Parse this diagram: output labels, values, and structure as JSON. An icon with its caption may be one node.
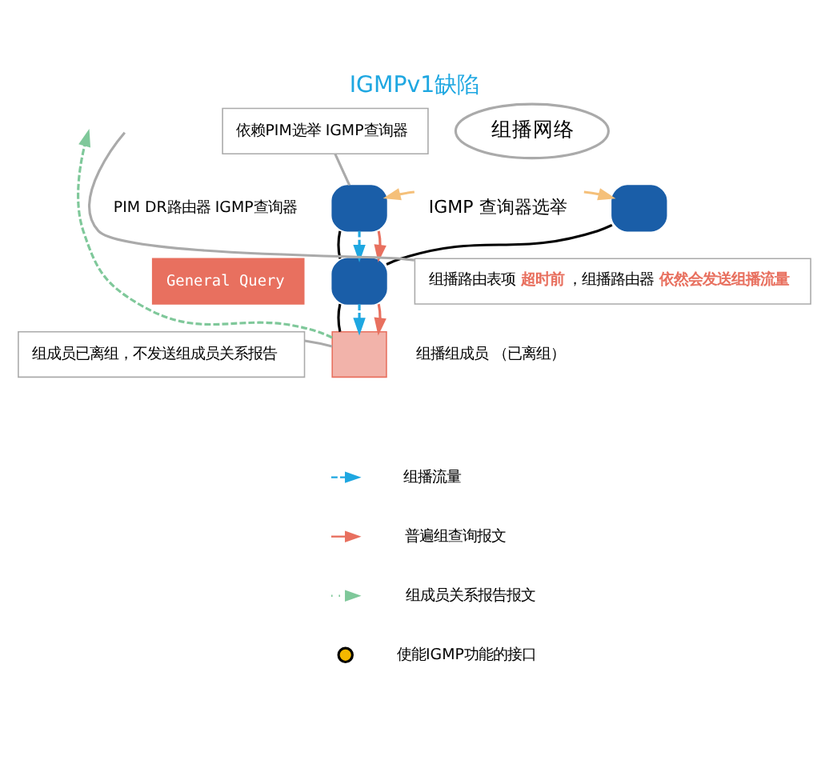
{
  "diagram": {
    "title": "IGMPv1缺陷",
    "nodes": [
      {
        "text": [
          "组播网络"
        ]
      },
      {
        "text": [],
        "shape": "box",
        "beside": [
          "PIM DR路由器 IGMP查询器"
        ]
      },
      {
        "text": [
          "IGMP 查询器选举"
        ]
      },
      {
        "text": [],
        "shape": "box"
      },
      {
        "text": [
          "依赖PIM选举 IGMP查询器"
        ]
      },
      {
        "text": [
          "General Query"
        ]
      },
      {
        "text": [],
        "shape": "box"
      },
      {
        "text": [
          "组播路由表项**超时前**，组播路由器**依然会发送组播流量**"
        ]
      },
      {
        "text": [
          "组成员已离组，不发送组成员关系报告"
        ]
      },
      {
        "text": [],
        "shape": "box",
        "beside": [
          "组播组成员 （已离组）"
        ]
      }
    ],
    "edges": [
      {
        "from": 2,
        "to": 1,
        "arrow": "to",
        "color": "#f5c07a"
      },
      {
        "from": 2,
        "to": 3,
        "arrow": "to",
        "color": "#f5c07a"
      },
      {
        "from": 4,
        "to": 1,
        "arrow": "none",
        "color": "#aaaaaa"
      },
      {
        "from": 1,
        "to": 6,
        "arrow": "none",
        "color": "#000000"
      },
      {
        "from": 3,
        "to": 6,
        "arrow": "none",
        "color": "#000000"
      },
      {
        "from": 6,
        "to": 9,
        "arrow": "none",
        "color": "#000000"
      },
      {
        "from": 1,
        "to": 6,
        "arrow": "to",
        "style": "dashed",
        "color": "#1ea7e1"
      },
      {
        "from": 6,
        "to": 9,
        "arrow": "to",
        "style": "dashed",
        "color": "#1ea7e1"
      },
      {
        "from": 1,
        "to": 6,
        "arrow": "to",
        "color": "#e8705f"
      },
      {
        "from": 6,
        "to": 9,
        "arrow": "to",
        "color": "#e8705f"
      },
      {
        "from": 9,
        "to": null,
        "arrow": "to",
        "style": "dashed",
        "color": "#7fc89a"
      },
      {
        "from": 7,
        "to": null,
        "arrow": "none",
        "color": "#aaaaaa"
      },
      {
        "from": 8,
        "to": 9,
        "arrow": "none",
        "color": "#aaaaaa"
      }
    ],
    "legend": [
      {
        "text": "组播流量"
      },
      {
        "text": "普遍组查询报文"
      },
      {
        "text": "组成员关系报告报文"
      },
      {
        "text": "使能IGMP功能的接口"
      }
    ]
  }
}
